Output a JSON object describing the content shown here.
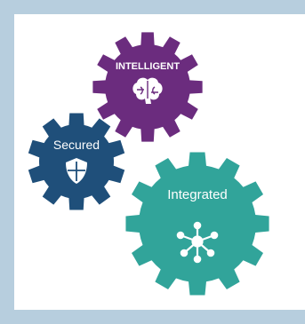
{
  "gears": {
    "intelligent": {
      "label": "INTELLIGENT",
      "color": "#6b2c7e",
      "icon": "brain-icon"
    },
    "secured": {
      "label": "Secured",
      "color": "#1f4f7a",
      "icon": "shield-icon"
    },
    "integrated": {
      "label": "Integrated",
      "color": "#31a49a",
      "icon": "network-hub-icon"
    }
  }
}
